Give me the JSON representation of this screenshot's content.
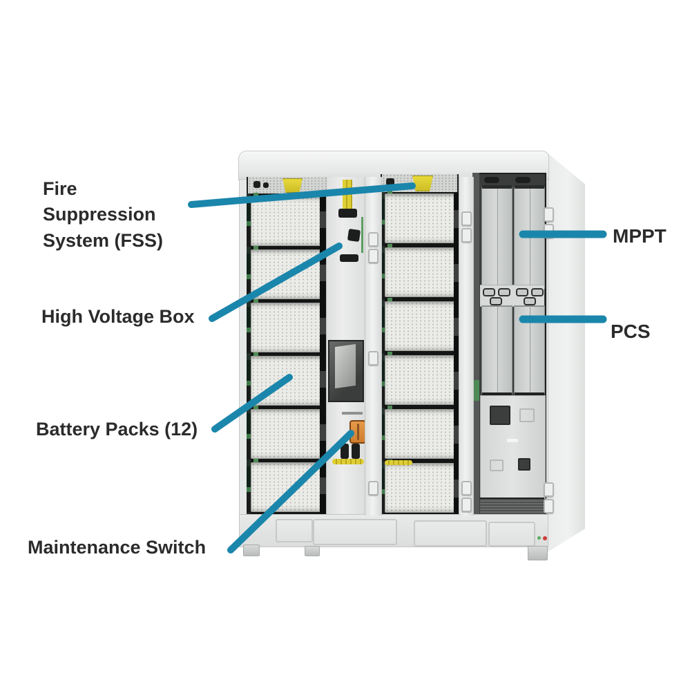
{
  "colors": {
    "accent": "#1b86ab",
    "label_text": "#2b2b2b"
  },
  "callouts": [
    {
      "id": "fss",
      "label": "Fire Suppression System (FSS)",
      "side": "left",
      "target": "fire-suppression-nozzle"
    },
    {
      "id": "hvb",
      "label": "High Voltage Box",
      "side": "left",
      "target": "high-voltage-box"
    },
    {
      "id": "battery",
      "label": "Battery Packs (12)",
      "side": "left",
      "target": "battery-pack"
    },
    {
      "id": "maintenance",
      "label": "Maintenance Switch",
      "side": "left",
      "target": "maintenance-switch"
    },
    {
      "id": "mppt",
      "label": "MPPT",
      "side": "right",
      "target": "mppt-modules"
    },
    {
      "id": "pcs",
      "label": "PCS",
      "side": "right",
      "target": "pcs-modules"
    }
  ]
}
